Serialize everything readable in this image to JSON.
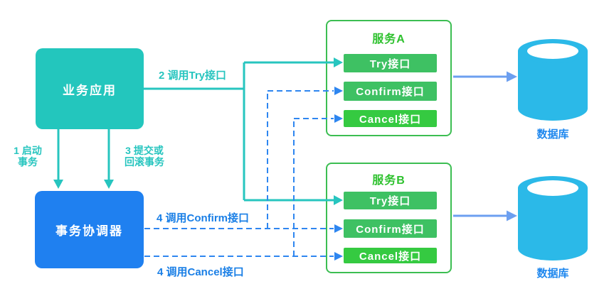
{
  "nodes": {
    "business_app": {
      "label": "业务应用"
    },
    "coordinator": {
      "label": "事务协调器"
    },
    "service_a": {
      "title": "服务A",
      "buttons": [
        "Try接口",
        "Confirm接口",
        "Cancel接口"
      ]
    },
    "service_b": {
      "title": "服务B",
      "buttons": [
        "Try接口",
        "Confirm接口",
        "Cancel接口"
      ]
    },
    "database_a": {
      "label": "数据库"
    },
    "database_b": {
      "label": "数据库"
    }
  },
  "edge_labels": {
    "call_try": "2 调用Try接口",
    "start_tx": [
      "1 启动",
      "事务"
    ],
    "commit_or_rollback": [
      "3 提交或",
      "回滚事务"
    ],
    "call_confirm": "4 调用Confirm接口",
    "call_cancel": "4 调用Cancel接口"
  },
  "colors": {
    "teal": "#27C5BF",
    "teal_box": "#23C6BD",
    "blue_box": "#1F80F0",
    "blue_text": "#1A7FE6",
    "dashed_blue": "#2E86F0",
    "db_arrow_blue": "#6C9FF0",
    "cylinder_blue": "#2BB9E8",
    "green_border": "#3CBE52",
    "green_title": "#2EC12E",
    "green_button": "#3EC163",
    "green_button_bright": "#35CA41"
  }
}
